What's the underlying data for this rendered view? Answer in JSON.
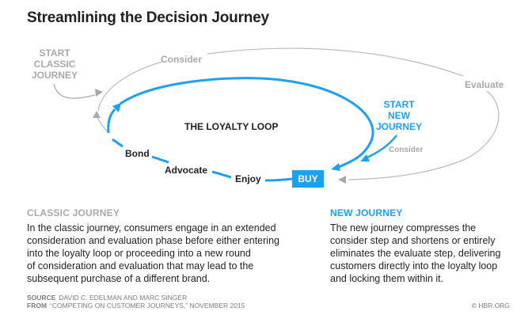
{
  "title": "Streamlining the Decision Journey",
  "diagram": {
    "classic_start": [
      "START",
      "CLASSIC",
      "JOURNEY"
    ],
    "outer_consider": "Consider",
    "outer_evaluate": "Evaluate",
    "loop_title": "THE LOYALTY LOOP",
    "loop_steps": {
      "bond": "Bond",
      "advocate": "Advocate",
      "enjoy": "Enjoy"
    },
    "buy": "BUY",
    "new_start": [
      "START",
      "NEW",
      "JOURNEY"
    ],
    "new_consider": "Consider"
  },
  "classic": {
    "heading": "CLASSIC JOURNEY",
    "lines": [
      "In the classic journey, consumers engage in an extended",
      "consideration and evaluation phase before either entering",
      "into the loyalty loop or proceeding into a new round",
      "of consideration and evaluation that may lead to the",
      "subsequent purchase of a different brand."
    ]
  },
  "new": {
    "heading": "NEW JOURNEY",
    "lines": [
      "The new journey compresses the",
      "consider step and shortens or entirely",
      "eliminates the evaluate step, delivering",
      "customers directly into the loyalty loop",
      "and locking them within it."
    ]
  },
  "footer": {
    "source_label": "SOURCE",
    "source_text": "DAVID C. EDELMAN AND MARC SINGER",
    "from_label": "FROM",
    "from_text": "“COMPETING ON CUSTOMER JOURNEYS,” NOVEMBER 2015",
    "credit": "© HBR.ORG"
  },
  "colors": {
    "accent": "#1ba1f2",
    "gray": "#a7a9ac",
    "text": "#231f20"
  }
}
